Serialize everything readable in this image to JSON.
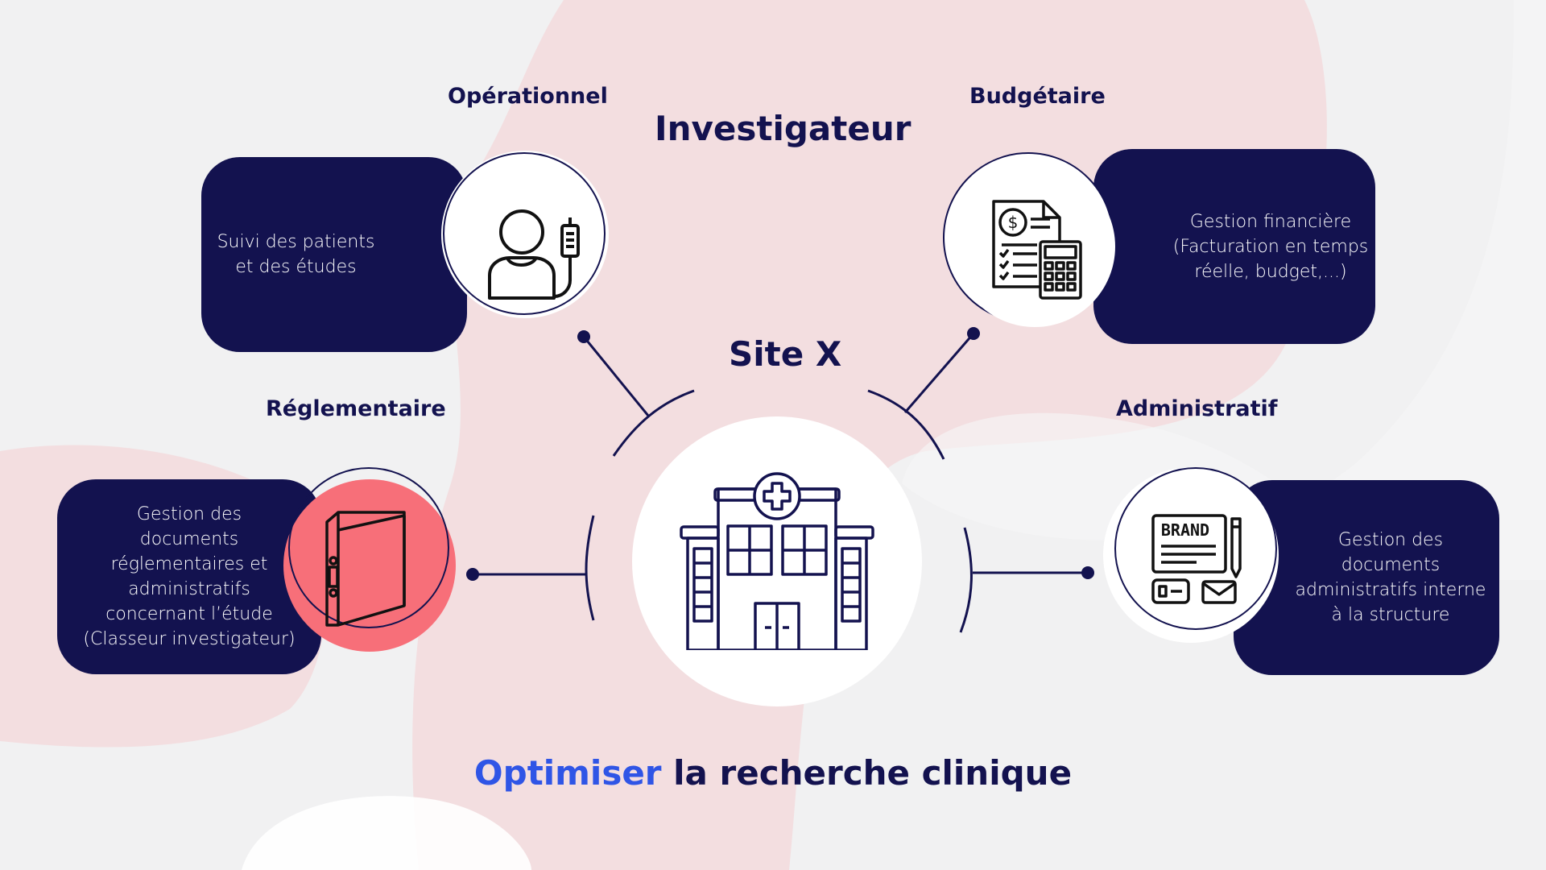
{
  "colors": {
    "navy": "#13124f",
    "coral": "#f76f79",
    "pink_blob": "#f3dbdd",
    "accent_blue": "#2f55e6",
    "background": "#f1f1f2"
  },
  "labels": {
    "operationnel": "Opérationnel",
    "budgetaire": "Budgétaire",
    "reglementaire": "Réglementaire",
    "administratif": "Administratif",
    "investigateur": "Investigateur",
    "site": "Site X"
  },
  "cards": {
    "operationnel": {
      "lines": [
        "Suivi des patients",
        "et des études"
      ],
      "icon": "patient-with-iv-icon"
    },
    "budgetaire": {
      "lines": [
        "Gestion financière",
        "(Facturation en temps",
        "réelle, budget,...)"
      ],
      "icon": "invoice-calculator-icon"
    },
    "reglementaire": {
      "lines": [
        "Gestion des",
        "documents",
        "réglementaires et",
        "administratifs",
        "concernant l’étude",
        "(Classeur investigateur)"
      ],
      "icon": "binder-icon"
    },
    "administratif": {
      "lines": [
        "Gestion des",
        "documents",
        "administratifs interne",
        "à la structure"
      ],
      "icon": "brand-documents-icon"
    }
  },
  "center": {
    "icon": "hospital-icon"
  },
  "footer": {
    "accent_word": "Optimiser",
    "rest": " la recherche clinique"
  },
  "brand_text": "BRAND"
}
